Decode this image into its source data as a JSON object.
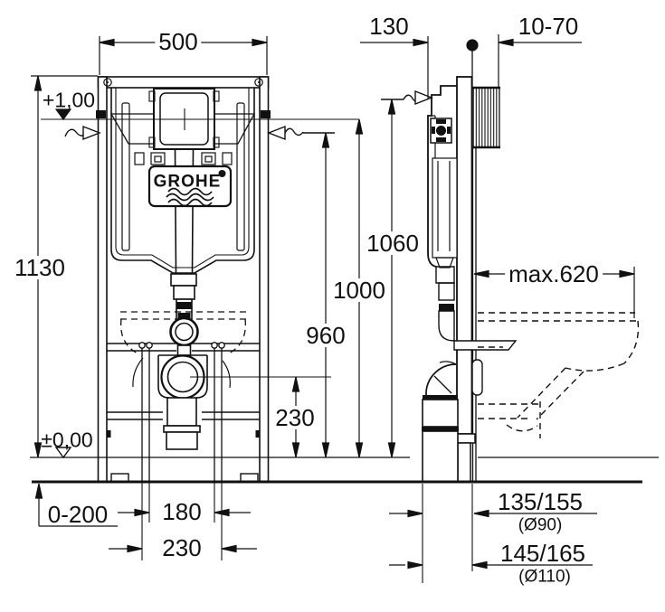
{
  "drawing": {
    "brand_label": "GROHE",
    "front": {
      "width": "500",
      "overall_height": "1130",
      "level_top": "+1,00",
      "level_floor": "±0,00",
      "flush_axis_height": "1000",
      "panel_height": "1060",
      "rim_height": "960",
      "drain_center_height": "230",
      "leg_adjust_range": "0-200",
      "fixing_spacing_inner": "180",
      "fixing_spacing_outer": "230"
    },
    "side": {
      "frame_depth": "130",
      "wall_thickness_range": "10-70",
      "bowl_depth_max": "max.620",
      "outlet_90_height": "135/155",
      "outlet_90_dia": "(Ø90)",
      "outlet_110_height": "145/165",
      "outlet_110_dia": "(Ø110)"
    }
  }
}
